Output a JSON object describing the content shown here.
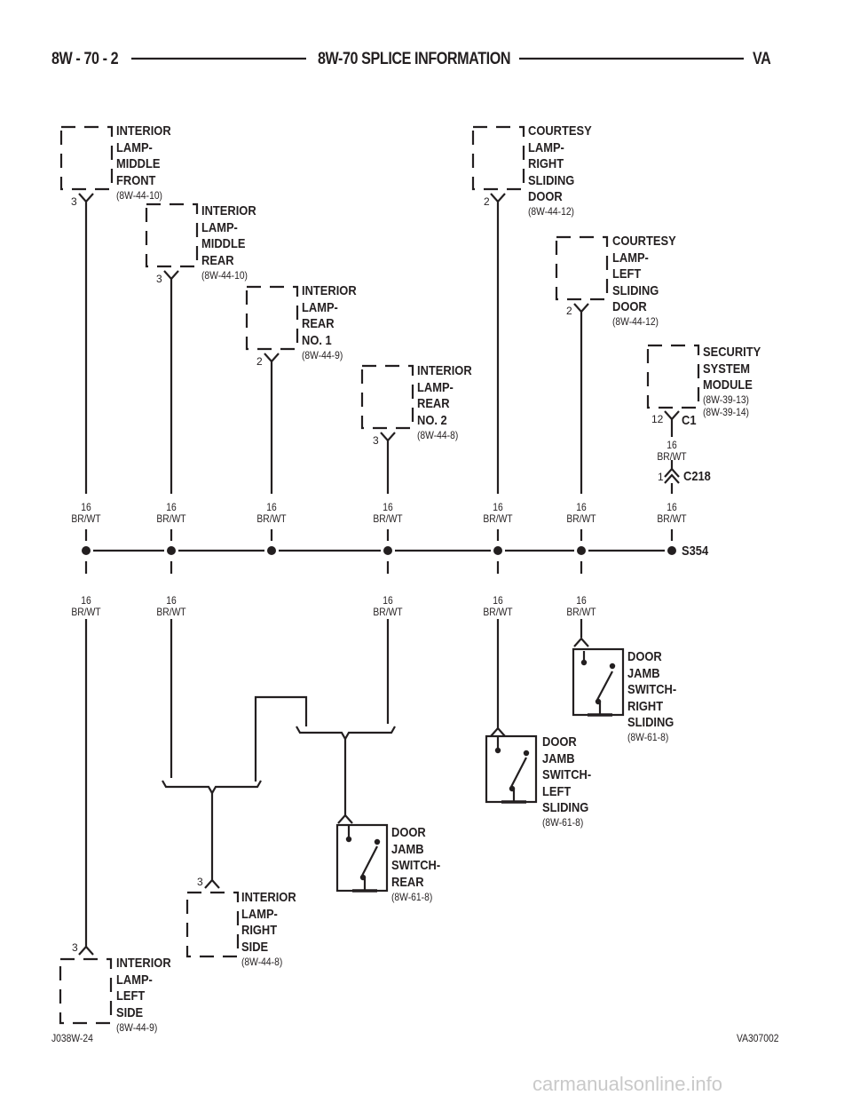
{
  "header": {
    "left": "8W - 70 - 2",
    "center": "8W-70 SPLICE INFORMATION",
    "right": "VA"
  },
  "components": [
    {
      "id": "interior-lamp-middle-front",
      "label": "INTERIOR\nLAMP-\nMIDDLE\nFRONT",
      "ref": "(8W-44-10)",
      "pin": "3"
    },
    {
      "id": "interior-lamp-middle-rear",
      "label": "INTERIOR\nLAMP-\nMIDDLE\nREAR",
      "ref": "(8W-44-10)",
      "pin": "3"
    },
    {
      "id": "interior-lamp-rear-no1",
      "label": "INTERIOR\nLAMP-\nREAR\nNO. 1",
      "ref": "(8W-44-9)",
      "pin": "2"
    },
    {
      "id": "interior-lamp-rear-no2",
      "label": "INTERIOR\nLAMP-\nREAR\nNO. 2",
      "ref": "(8W-44-8)",
      "pin": "3"
    },
    {
      "id": "courtesy-lamp-right-sliding-door",
      "label": "COURTESY\nLAMP-\nRIGHT\nSLIDING\nDOOR",
      "ref": "(8W-44-12)",
      "pin": "2"
    },
    {
      "id": "courtesy-lamp-left-sliding-door",
      "label": "COURTESY\nLAMP-\nLEFT\nSLIDING\nDOOR",
      "ref": "(8W-44-12)",
      "pin": "2"
    },
    {
      "id": "security-system-module",
      "label": "SECURITY\nSYSTEM\nMODULE",
      "ref": "(8W-39-13)\n(8W-39-14)",
      "pin": "12",
      "connector": "C1"
    },
    {
      "id": "interior-lamp-right-side",
      "label": "INTERIOR\nLAMP-\nRIGHT\nSIDE",
      "ref": "(8W-44-8)",
      "pin": "3"
    },
    {
      "id": "interior-lamp-left-side",
      "label": "INTERIOR\nLAMP-\nLEFT\nSIDE",
      "ref": "(8W-44-9)",
      "pin": "3"
    },
    {
      "id": "door-jamb-switch-right-sliding",
      "label": "DOOR\nJAMB\nSWITCH-\nRIGHT\nSLIDING",
      "ref": "(8W-61-8)"
    },
    {
      "id": "door-jamb-switch-left-sliding",
      "label": "DOOR\nJAMB\nSWITCH-\nLEFT\nSLIDING",
      "ref": "(8W-61-8)"
    },
    {
      "id": "door-jamb-switch-rear",
      "label": "DOOR\nJAMB\nSWITCH-\nREAR",
      "ref": "(8W-61-8)"
    }
  ],
  "wire_label": "16\nBR/WT",
  "inline_connector": {
    "name": "C218",
    "pin": "1"
  },
  "splice": "S354",
  "footer": {
    "left": "J038W-24",
    "right": "VA307002"
  },
  "watermark": "carmanualsonline.info"
}
